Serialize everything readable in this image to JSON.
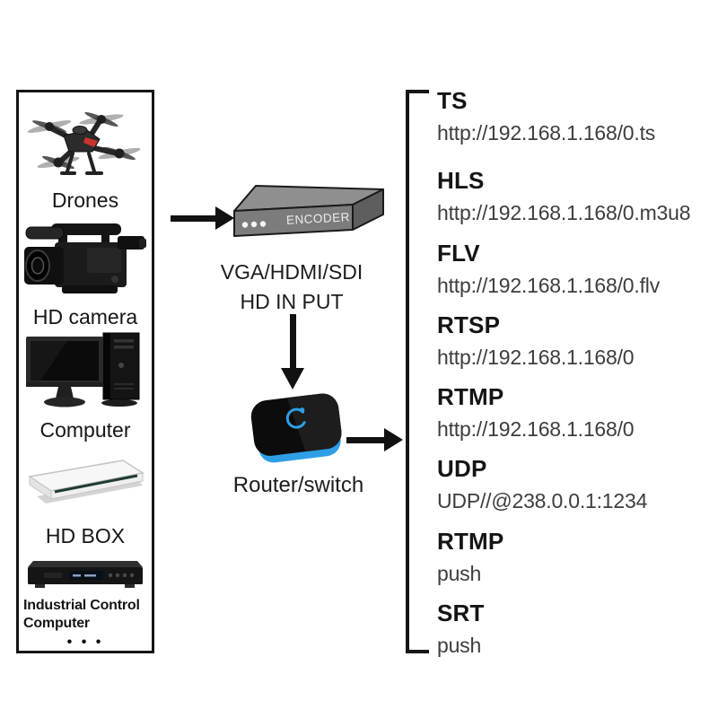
{
  "sources": {
    "items": [
      {
        "label": "Drones",
        "icon": "drone-icon"
      },
      {
        "label": "HD camera",
        "icon": "camcorder-icon"
      },
      {
        "label": "Computer",
        "icon": "desktop-computer-icon"
      },
      {
        "label": "HD BOX",
        "icon": "set-top-box-icon"
      },
      {
        "label": "Industrial Control Computer",
        "icon": "industrial-computer-icon"
      }
    ],
    "more_indicator": "• • •"
  },
  "encoder": {
    "device_label": "ENCODER",
    "input_line1": "VGA/HDMI/SDI",
    "input_line2": "HD IN PUT"
  },
  "router": {
    "label": "Router/switch"
  },
  "protocols": [
    {
      "name": "TS",
      "value": "http://192.168.1.168/0.ts"
    },
    {
      "name": "HLS",
      "value": "http://192.168.1.168/0.m3u8"
    },
    {
      "name": "FLV",
      "value": "http://192.168.1.168/0.flv"
    },
    {
      "name": "RTSP",
      "value": "http://192.168.1.168/0"
    },
    {
      "name": "RTMP",
      "value": "http://192.168.1.168/0"
    },
    {
      "name": "UDP",
      "value": "UDP//@238.0.0.1:1234"
    },
    {
      "name": "RTMP",
      "value": "push"
    },
    {
      "name": "SRT",
      "value": "push"
    }
  ],
  "colors": {
    "text": "#161616",
    "value_text": "#3d3d3d",
    "router_blue": "#2e9fe6",
    "drone_red": "#c9342c",
    "encoder_gray": "#7c7c7c"
  }
}
